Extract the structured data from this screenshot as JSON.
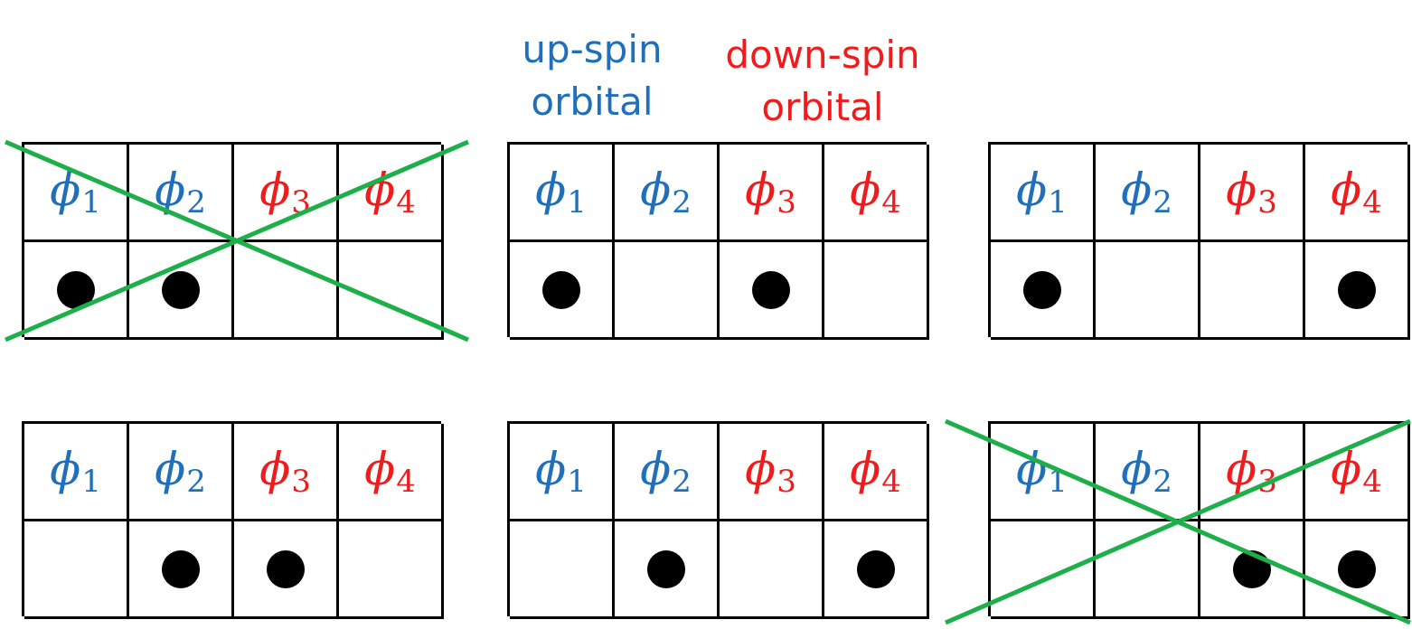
{
  "colors": {
    "up": "#1f6fba",
    "down": "#ee1c1c",
    "cross": "#1faf4a"
  },
  "legend": {
    "up": {
      "line1": "up-spin",
      "line2": "orbital"
    },
    "down": {
      "line1": "down-spin",
      "line2": "orbital"
    }
  },
  "orbitals": [
    {
      "symbol": "ϕ",
      "index": "1",
      "spin": "up"
    },
    {
      "symbol": "ϕ",
      "index": "2",
      "spin": "up"
    },
    {
      "symbol": "ϕ",
      "index": "3",
      "spin": "down"
    },
    {
      "symbol": "ϕ",
      "index": "4",
      "spin": "down"
    }
  ],
  "configurations": [
    {
      "occupied": [
        1,
        2
      ],
      "crossed": true
    },
    {
      "occupied": [
        1,
        3
      ],
      "crossed": false
    },
    {
      "occupied": [
        1,
        4
      ],
      "crossed": false
    },
    {
      "occupied": [
        2,
        3
      ],
      "crossed": false
    },
    {
      "occupied": [
        2,
        4
      ],
      "crossed": false
    },
    {
      "occupied": [
        3,
        4
      ],
      "crossed": true
    }
  ]
}
